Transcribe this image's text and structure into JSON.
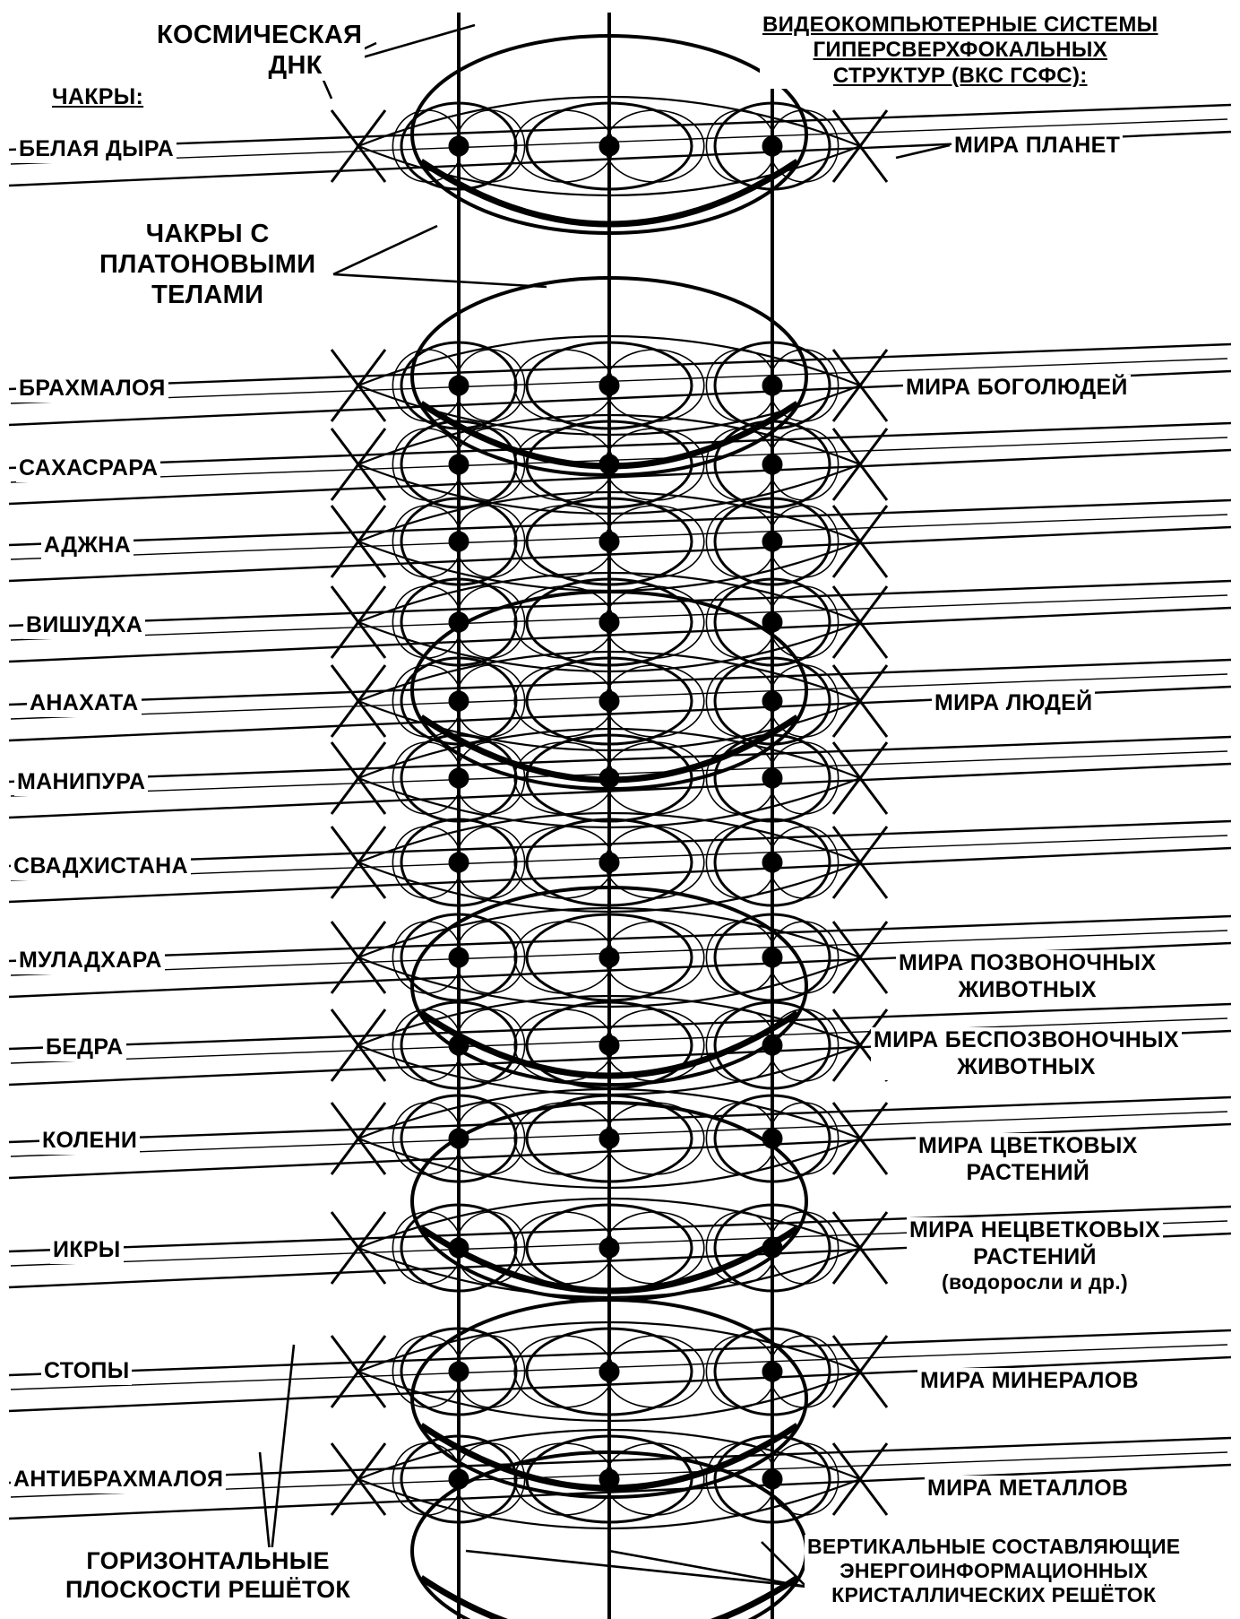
{
  "header": {
    "chakras_heading": "ЧАКРЫ:",
    "cosmic_dna": [
      "КОСМИЧЕСКАЯ",
      "ДНК"
    ],
    "vks_heading": [
      "ВИДЕОКОМПЬЮТЕРНЫЕ СИСТЕМЫ",
      "ГИПЕРСВЕРХФОКАЛЬНЫХ",
      "СТРУКТУР (ВКС ГСФС):"
    ],
    "platonic_chakras": [
      "ЧАКРЫ С",
      "ПЛАТОНОВЫМИ",
      "ТЕЛАМИ"
    ]
  },
  "chakras": [
    "БЕЛАЯ ДЫРА",
    "БРАХМАЛОЯ",
    "САХАСРАРА",
    "АДЖНА",
    "ВИШУДХА",
    "АНАХАТА",
    "МАНИПУРА",
    "СВАДХИСТАНА",
    "МУЛАДХАРА",
    "БЕДРА",
    "КОЛЕНИ",
    "ИКРЫ",
    "СТОПЫ",
    "АНТИБРАХМАЛОЯ"
  ],
  "worlds": {
    "planets": "МИРА ПЛАНЕТ",
    "godmen": "МИРА БОГОЛЮДЕЙ",
    "people": "МИРА ЛЮДЕЙ",
    "vertebrates": [
      "МИРА ПОЗВОНОЧНЫХ",
      "ЖИВОТНЫХ"
    ],
    "invertebrates": [
      "МИРА БЕСПОЗВОНОЧНЫХ",
      "ЖИВОТНЫХ"
    ],
    "flowering": [
      "МИРА ЦВЕТКОВЫХ",
      "РАСТЕНИЙ"
    ],
    "nonflowering": [
      "МИРА НЕЦВЕТКОВЫХ",
      "РАСТЕНИЙ",
      "(водоросли и др.)"
    ],
    "minerals": "МИРА МИНЕРАЛОВ",
    "metals": "МИРА МЕТАЛЛОВ"
  },
  "footer": {
    "horizontal_planes": [
      "ГОРИЗОНТАЛЬНЫЕ",
      "ПЛОСКОСТИ РЕШЁТОК"
    ],
    "vertical_components": [
      "ВЕРТИКАЛЬНЫЕ СОСТАВЛЯЮЩИЕ",
      "ЭНЕРГОИНФОРМАЦИОННЫХ",
      "КРИСТАЛЛИЧЕСКИХ РЕШЁТОК"
    ]
  },
  "colors": {
    "ink": "#000000",
    "paper": "#ffffff"
  }
}
